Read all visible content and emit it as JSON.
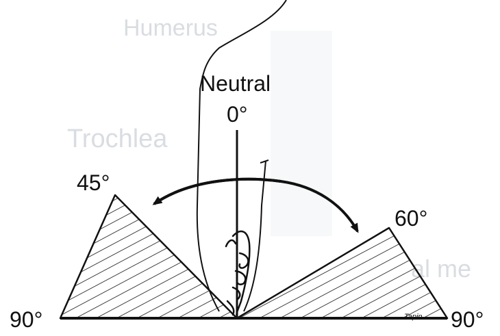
{
  "labels": {
    "neutral": "Neutral",
    "zero": "0°",
    "left_angle": "45°",
    "right_angle": "60°",
    "left_end": "90°",
    "right_end": "90°",
    "signature": "Tapin"
  },
  "background_text": {
    "humerus": "Humerus",
    "trochlea": "Trochlea",
    "fragment": "al me"
  },
  "colors": {
    "ink": "#111111",
    "ghost": "#d9dde2",
    "paper": "#ffffff"
  }
}
